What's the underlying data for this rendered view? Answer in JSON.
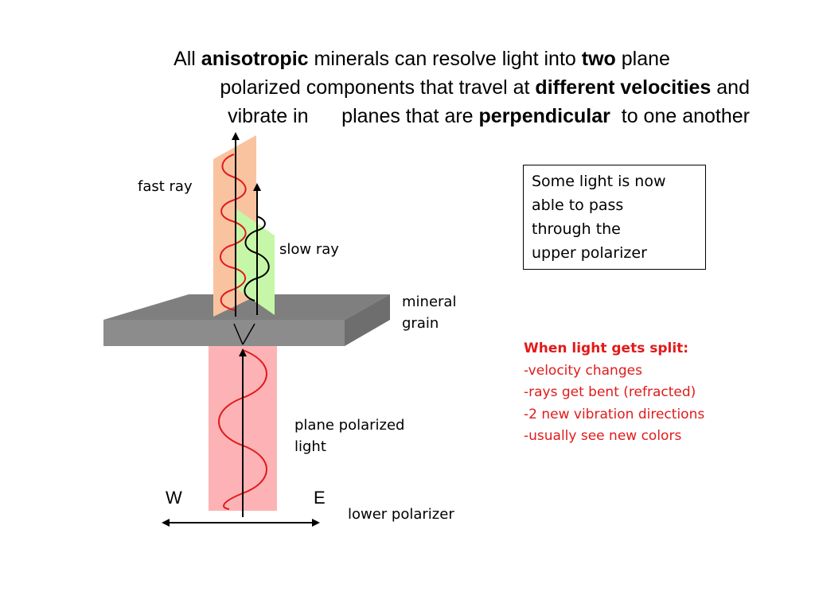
{
  "title": {
    "line1": [
      "All ",
      "anisotropic",
      " minerals can resolve light into ",
      "two",
      " plane"
    ],
    "line2": [
      "polarized components that travel at ",
      "different velocities",
      " and"
    ],
    "line3": [
      "vibrate in      planes that are ",
      "perpendicular",
      "  to one another"
    ]
  },
  "labels": {
    "fast_ray": "fast ray",
    "slow_ray": "slow ray",
    "mineral_grain": [
      "mineral",
      "grain"
    ],
    "plane_polarized_light": [
      "plane polarized",
      "light"
    ],
    "lower_polarizer": "lower polarizer",
    "west": "W",
    "east": "E"
  },
  "note_box": [
    "Some light is now",
    "able to pass",
    "through the",
    "upper polarizer"
  ],
  "split_notes": {
    "heading": "When light gets split:",
    "items": [
      "-velocity changes",
      "-rays get bent (refracted)",
      "-2 new vibration directions",
      "-usually see new colors"
    ]
  },
  "colors": {
    "fast_plane": "#f9c3a0",
    "slow_plane": "#c6f7a8",
    "lower_plane": "#fdb3b6",
    "grain_top": "#7f7f7f",
    "grain_front": "#8c8c8c",
    "wave_red": "#e11b1b",
    "wave_black": "#000000",
    "split_text": "#e21a1a"
  }
}
